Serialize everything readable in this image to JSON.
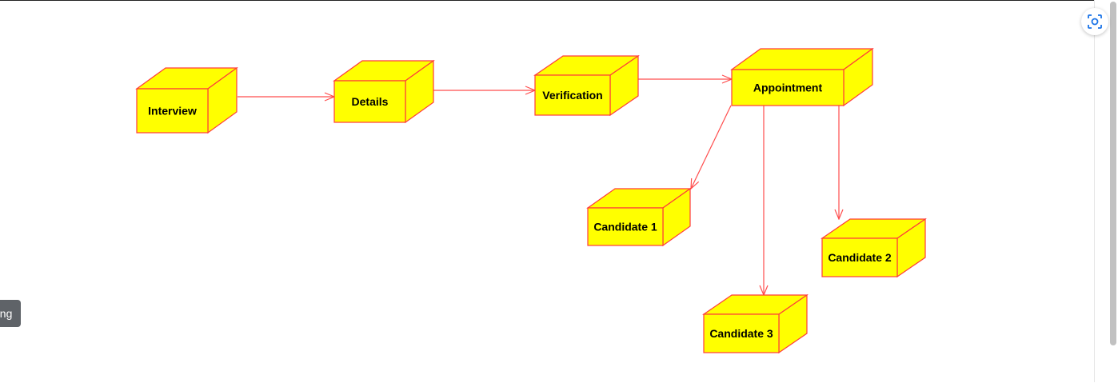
{
  "diagram": {
    "node_fill": "#ffff00",
    "node_stroke": "#ff3b3b",
    "edge_color": "#ff4d4d",
    "nodes": [
      {
        "id": "interview",
        "label": "Interview"
      },
      {
        "id": "details",
        "label": "Details"
      },
      {
        "id": "verification",
        "label": "Verification"
      },
      {
        "id": "appointment",
        "label": "Appointment"
      },
      {
        "id": "candidate1",
        "label": "Candidate 1"
      },
      {
        "id": "candidate2",
        "label": "Candidate 2"
      },
      {
        "id": "candidate3",
        "label": "Candidate 3"
      }
    ],
    "edges": [
      {
        "from": "interview",
        "to": "details"
      },
      {
        "from": "details",
        "to": "verification"
      },
      {
        "from": "verification",
        "to": "appointment"
      },
      {
        "from": "appointment",
        "to": "candidate1"
      },
      {
        "from": "appointment",
        "to": "candidate3"
      },
      {
        "from": "appointment",
        "to": "candidate2"
      }
    ]
  },
  "toolbar": {
    "focus_icon": "focus-target-icon"
  },
  "side_tag": {
    "text": "png"
  }
}
